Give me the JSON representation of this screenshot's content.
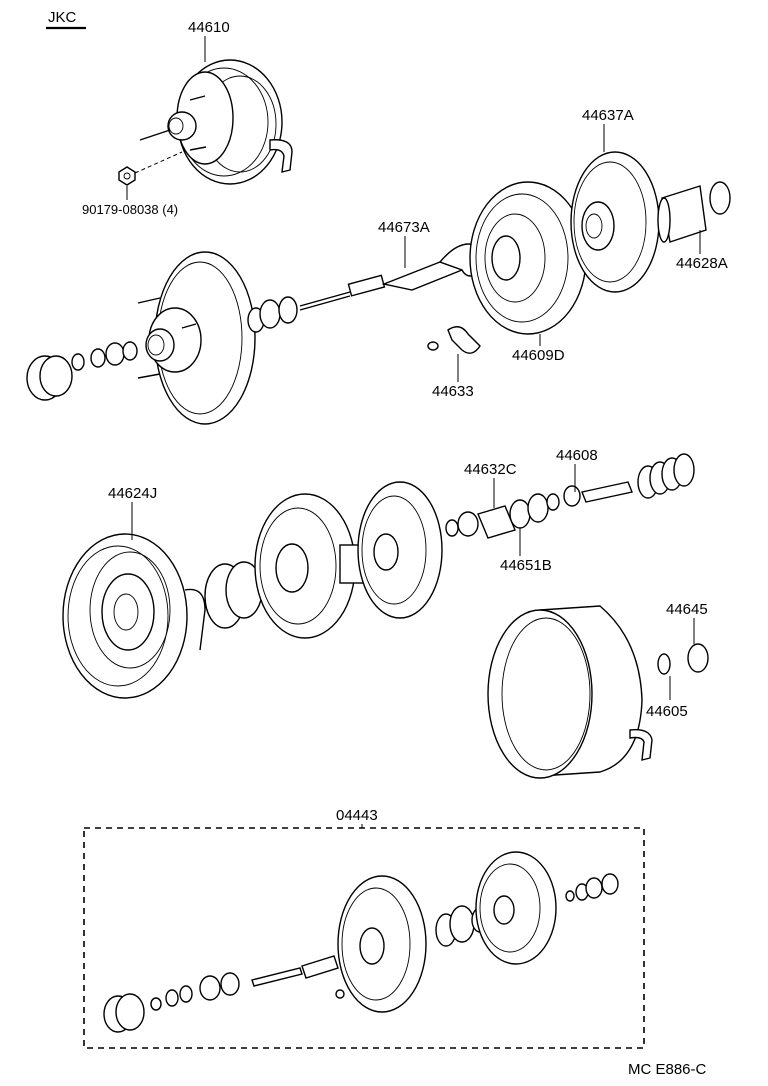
{
  "header": {
    "code": "JKC"
  },
  "parts": {
    "p44610": "44610",
    "p90179": "90179-08038 (4)",
    "p44637A": "44637A",
    "p44673A": "44673A",
    "p44628A": "44628A",
    "p44609D": "44609D",
    "p44633": "44633",
    "p44608": "44608",
    "p44632C": "44632C",
    "p44624J": "44624J",
    "p44651B": "44651B",
    "p44645": "44645",
    "p44605": "44605",
    "p04443": "04443"
  },
  "footer": {
    "code": "MC  E886-C"
  }
}
